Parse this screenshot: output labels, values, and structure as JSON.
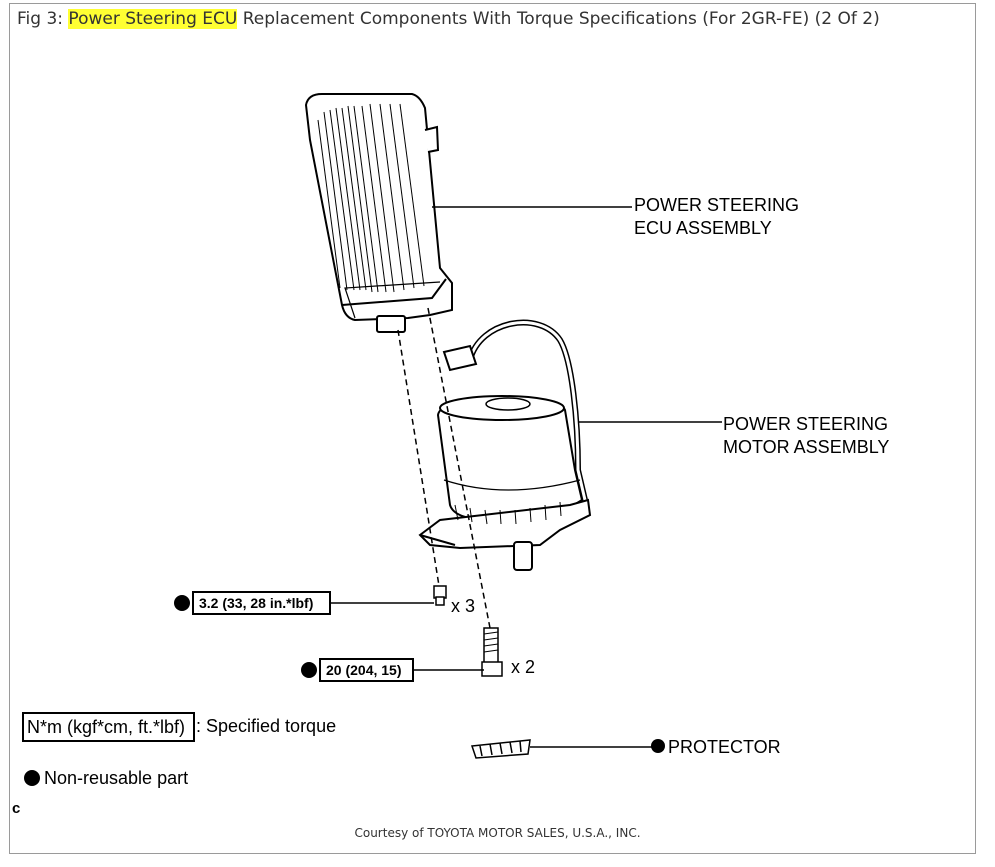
{
  "caption": {
    "prefix": "Fig 3: ",
    "highlight": "Power Steering ECU",
    "suffix": " Replacement Components With Torque Specifications (For 2GR-FE) (2 Of 2)"
  },
  "labels": {
    "ecu_line1": "POWER STEERING",
    "ecu_line2": "ECU ASSEMBLY",
    "motor_line1": "POWER STEERING",
    "motor_line2": "MOTOR ASSEMBLY",
    "protector": "PROTECTOR"
  },
  "torque": {
    "screw_spec": "3.2 (33, 28 in.*lbf)",
    "screw_qty": "x 3",
    "bolt_spec": "20 (204, 15)",
    "bolt_qty": "x 2"
  },
  "legend": {
    "torque_box": "N*m (kgf*cm, ft.*lbf)",
    "torque_text": ": Specified torque",
    "nonreusable": "Non-reusable part"
  },
  "footer": {
    "mark": "c",
    "courtesy": "Courtesy of TOYOTA MOTOR SALES, U.S.A., INC."
  },
  "colors": {
    "highlight": "#ffff33",
    "caption_bar": "#d6d6d6"
  }
}
